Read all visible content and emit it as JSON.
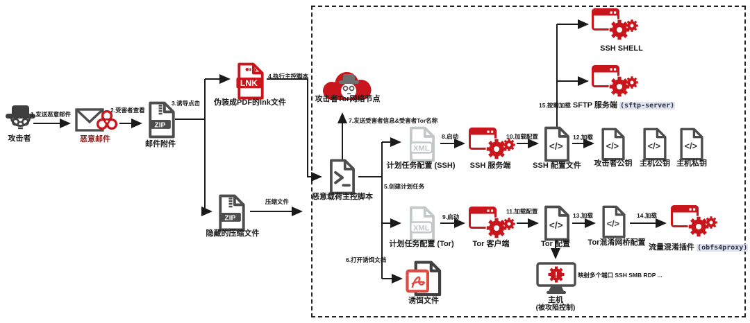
{
  "diagram": {
    "nodes": {
      "attacker": {
        "label": "攻击者"
      },
      "malicious_email": {
        "label": "恶意邮件"
      },
      "email_attachment": {
        "label": "邮件附件"
      },
      "lnk_file": {
        "label": "伪装成PDF的lnk文件"
      },
      "hidden_zip": {
        "label": "隐藏的压缩文件"
      },
      "master_script": {
        "label": "恶意载荷主控脚本"
      },
      "tor_node": {
        "label": "攻击者Tor网络节点"
      },
      "task_ssh": {
        "label": "计划任务配置 (SSH)"
      },
      "ssh_server": {
        "label": "SSH 服务端"
      },
      "ssh_config": {
        "label": "SSH 配置文件"
      },
      "attacker_pubkey": {
        "label": "攻击者公钥"
      },
      "host_pubkey": {
        "label": "主机公钥"
      },
      "host_privkey": {
        "label": "主机私钥"
      },
      "ssh_shell": {
        "label": "SSH SHELL"
      },
      "sftp_server": {
        "label": "SFTP 服务端",
        "code": "(sftp-server)"
      },
      "task_tor": {
        "label": "计划任务配置 (Tor)"
      },
      "tor_client": {
        "label": "Tor 客户端"
      },
      "tor_config": {
        "label": "Tor 配置"
      },
      "bridge_config": {
        "label": "Tor混淆网桥配置"
      },
      "obfs_plugin": {
        "label": "流量混淆插件",
        "code": "(obfs4proxy)"
      },
      "decoy_file": {
        "label": "诱饵文件"
      },
      "host": {
        "label": "主机",
        "sublabel": "(被攻陷控制)",
        "side_note": "映射多个端口 SSH SMB RDP ..."
      }
    },
    "edges": {
      "e1": "1.发送恶意邮件",
      "e2": "2.受害者查看",
      "e3": "3.诱导点击",
      "e4": "4.执行主控脚本",
      "e5": "5.创建计划任务",
      "e6": "6.打开诱饵文档",
      "e7": "7.发送受害者信息&受害者Tor名称",
      "e8": "8.启动",
      "e9": "9.启动",
      "e10": "10.加载配置",
      "e11": "11.加载配置",
      "e12": "12.加载",
      "e13": "13.加载",
      "e14": "14.加载",
      "e15": "15.按需加载",
      "zip_edge": "压缩文件"
    },
    "badges": {
      "zip": "ZIP",
      "lnk": "LNK",
      "xml": "XML",
      "code_glyph": "</>"
    },
    "colors": {
      "accent_red": "#c9161d",
      "decoy_red": "#dd4b43",
      "dark_gray": "#4d4d4d",
      "light_gray": "#c2c8c8",
      "label_dark_red": "#8b1f1f",
      "code_bg": "#dfe2ee",
      "line_black": "#1a1a1a"
    }
  }
}
